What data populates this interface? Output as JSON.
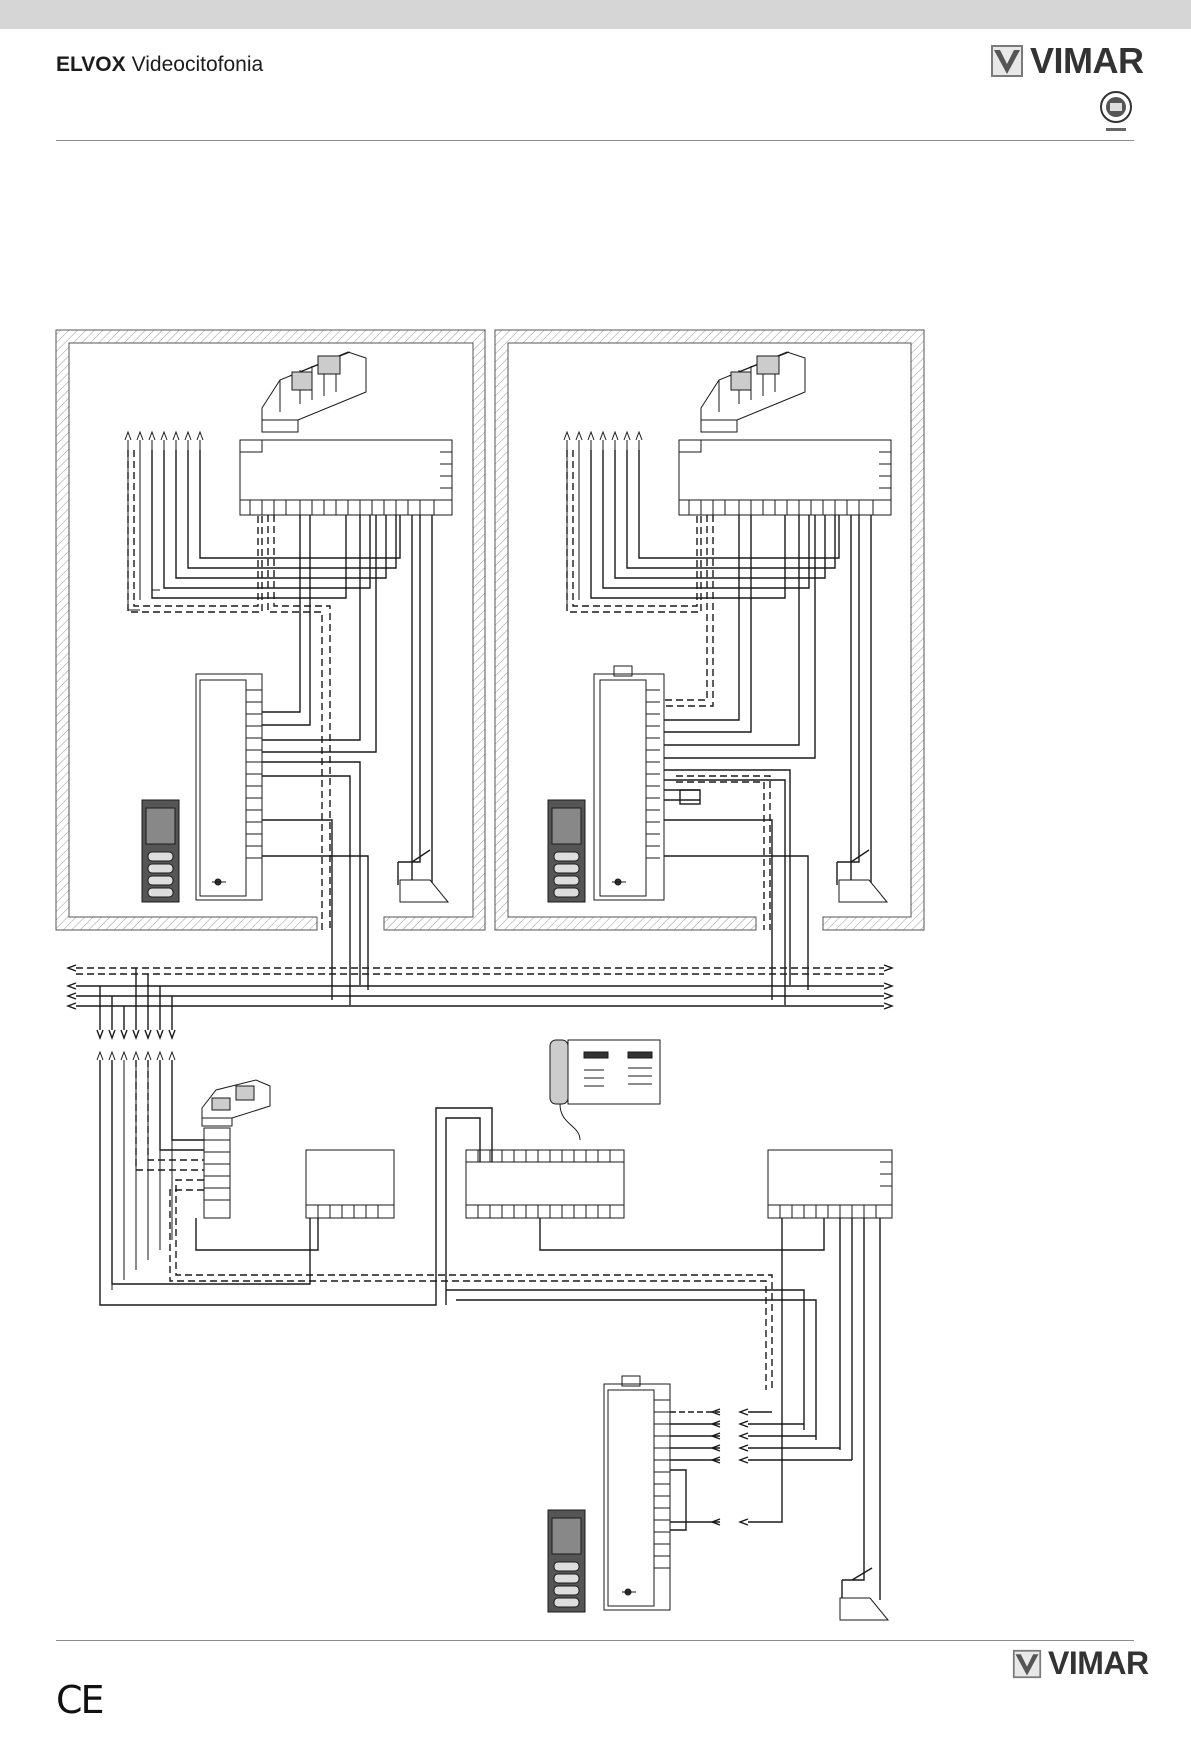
{
  "header": {
    "brand_bold": "ELVOX",
    "brand_light": "Videocitofonia",
    "logo_text": "VIMAR"
  },
  "footer": {
    "logo_text": "VIMAR",
    "ce_mark": "CE"
  },
  "colors": {
    "topbar": "#d6d6d6",
    "rule": "#8c8c8c",
    "line": "#1a1a1a",
    "wall_hatch": "#9a9a9a"
  },
  "icons": [
    "vimar-logo-icon",
    "certification-seal-icon",
    "ce-mark-icon"
  ]
}
